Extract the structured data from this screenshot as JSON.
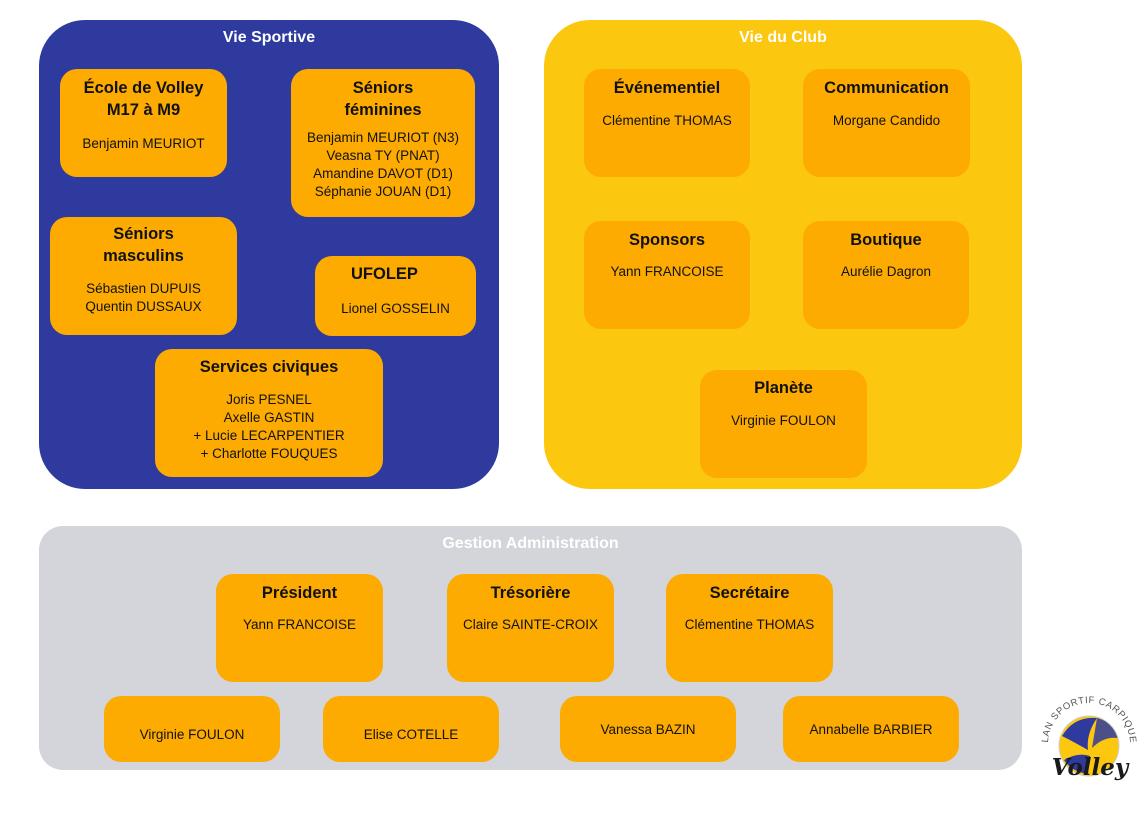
{
  "colors": {
    "vie_sportive_bg": "#2e3a9e",
    "vie_du_club_bg": "#fbc70f",
    "gestion_bg": "#d3d5db",
    "card_bg": "#fdab00"
  },
  "vie_sportive": {
    "title": "Vie Sportive",
    "cards": [
      {
        "title": "École de Volley M17 à M9",
        "members": [
          "Benjamin MEURIOT"
        ]
      },
      {
        "title": "Séniors féminines",
        "members": [
          "Benjamin MEURIOT (N3)",
          "Veasna TY (PNAT)",
          "Amandine DAVOT (D1)",
          "Séphanie JOUAN (D1)"
        ]
      },
      {
        "title": "Séniors masculins",
        "members": [
          "Sébastien DUPUIS",
          "Quentin DUSSAUX"
        ]
      },
      {
        "title": "UFOLEP",
        "members": [
          "Lionel GOSSELIN"
        ]
      },
      {
        "title": "Services civiques",
        "members": [
          "Joris PESNEL",
          "Axelle GASTIN",
          "+ Lucie LECARPENTIER",
          "+ Charlotte FOUQUES"
        ]
      }
    ]
  },
  "vie_du_club": {
    "title": "Vie du Club",
    "cards": [
      {
        "title": "Événementiel",
        "members": [
          "Clémentine THOMAS"
        ]
      },
      {
        "title": "Communication",
        "members": [
          "Morgane Candido"
        ]
      },
      {
        "title": "Sponsors",
        "members": [
          "Yann FRANCOISE"
        ]
      },
      {
        "title": "Boutique",
        "members": [
          "Aurélie Dagron"
        ]
      },
      {
        "title": "Planète",
        "members": [
          "Virginie FOULON"
        ]
      }
    ]
  },
  "gestion": {
    "title": "Gestion Administration",
    "cards": [
      {
        "title": "Président",
        "members": [
          "Yann FRANCOISE"
        ]
      },
      {
        "title": "Trésorière",
        "members": [
          "Claire SAINTE-CROIX"
        ]
      },
      {
        "title": "Secrétaire",
        "members": [
          "Clémentine THOMAS"
        ]
      }
    ],
    "members": [
      "Virginie FOULON",
      "Elise COTELLE",
      "Vanessa BAZIN",
      "Annabelle BARBIER"
    ]
  },
  "logo": {
    "arc_text": "ÉLAN SPORTIF CARPIQUET",
    "word": "Volley"
  }
}
